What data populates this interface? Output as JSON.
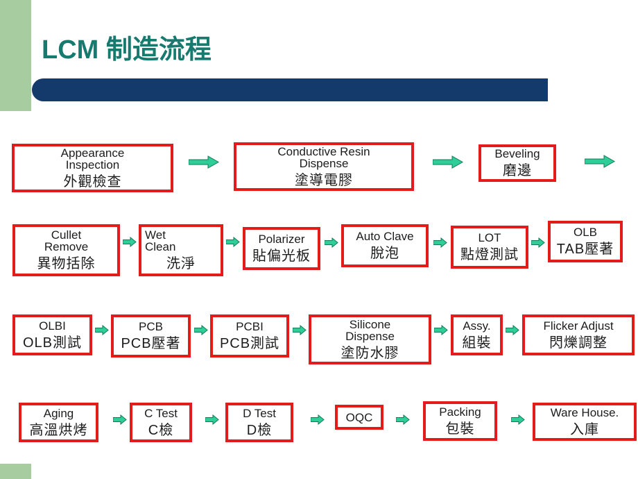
{
  "slide": {
    "title": "LCM 制造流程"
  },
  "colors": {
    "title_teal": "#167a6e",
    "header_bar_navy": "#14396b",
    "corner_green": "#a6cca0",
    "box_border_red": "#e31b1b",
    "arrow_green": "#2fce98"
  },
  "flow": {
    "rows": [
      {
        "steps": [
          {
            "en1": "Appearance",
            "en2": "Inspection",
            "zh": "外觀檢查"
          },
          {
            "en1": "Conductive Resin",
            "en2": "Dispense",
            "zh": "塗導電膠"
          },
          {
            "en1": "Beveling",
            "zh": "磨邊"
          }
        ]
      },
      {
        "steps": [
          {
            "en1": "Cullet",
            "en2": "Remove",
            "zh": "異物括除"
          },
          {
            "en1": "Wet",
            "en2": "Clean",
            "zh": "洗淨"
          },
          {
            "en1": "Polarizer",
            "zh": "貼偏光板"
          },
          {
            "en1": "Auto Clave",
            "zh": "脫泡"
          },
          {
            "en1": "LOT",
            "zh": "點燈測試"
          },
          {
            "en1": "OLB",
            "zh": "TAB壓著"
          }
        ]
      },
      {
        "steps": [
          {
            "en1": "OLBI",
            "zh": "OLB測試"
          },
          {
            "en1": "PCB",
            "zh": "PCB壓著"
          },
          {
            "en1": "PCBI",
            "zh": "PCB測試"
          },
          {
            "en1": "Silicone",
            "en2": "Dispense",
            "zh": "塗防水膠"
          },
          {
            "en1": "Assy.",
            "zh": "組裝"
          },
          {
            "en1": "Flicker Adjust",
            "zh": "閃爍調整"
          }
        ]
      },
      {
        "steps": [
          {
            "en1": "Aging",
            "zh": "高溫烘烤"
          },
          {
            "en1": "C Test",
            "zh": "C檢"
          },
          {
            "en1": "D Test",
            "zh": "D檢"
          },
          {
            "en1": "OQC"
          },
          {
            "en1": "Packing",
            "zh": "包裝"
          },
          {
            "en1": "Ware House.",
            "zh": "入庫"
          }
        ]
      }
    ]
  }
}
